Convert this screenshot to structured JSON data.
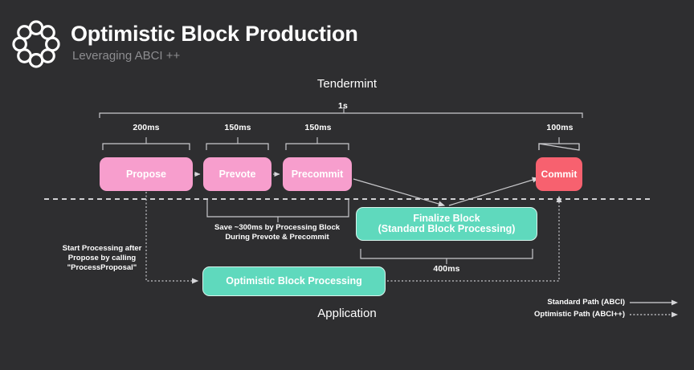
{
  "header": {
    "logo_icon": "interlocking-ring-logo",
    "title": "Optimistic Block Production",
    "subtitle": "Leveraging ABCI ++"
  },
  "sections": {
    "top_label": "Tendermint",
    "bottom_label": "Application"
  },
  "timings": {
    "total": "1s",
    "propose": "200ms",
    "prevote": "150ms",
    "precommit": "150ms",
    "commit": "100ms",
    "finalize": "400ms"
  },
  "nodes": {
    "propose": "Propose",
    "prevote": "Prevote",
    "precommit": "Precommit",
    "commit": "Commit",
    "finalize_line1": "Finalize Block",
    "finalize_line2": "(Standard Block Processing)",
    "optimistic": "Optimistic Block Processing"
  },
  "annotations": {
    "save_line1": "Save ~300ms by Processing Block",
    "save_line2": "During Prevote & Precommit",
    "start_line1": "Start Processing after",
    "start_line2": "Propose by calling",
    "start_line3": "\"ProcessProposal\""
  },
  "legend": {
    "standard": "Standard Path (ABCI)",
    "optimistic": "Optimistic Path (ABCI++)"
  },
  "colors": {
    "background": "#2e2e30",
    "pink": "#f79ecd",
    "red": "#f7616f",
    "teal": "#5fd9bd",
    "line": "#c9c9cc",
    "subtitle": "#8d8d90"
  }
}
